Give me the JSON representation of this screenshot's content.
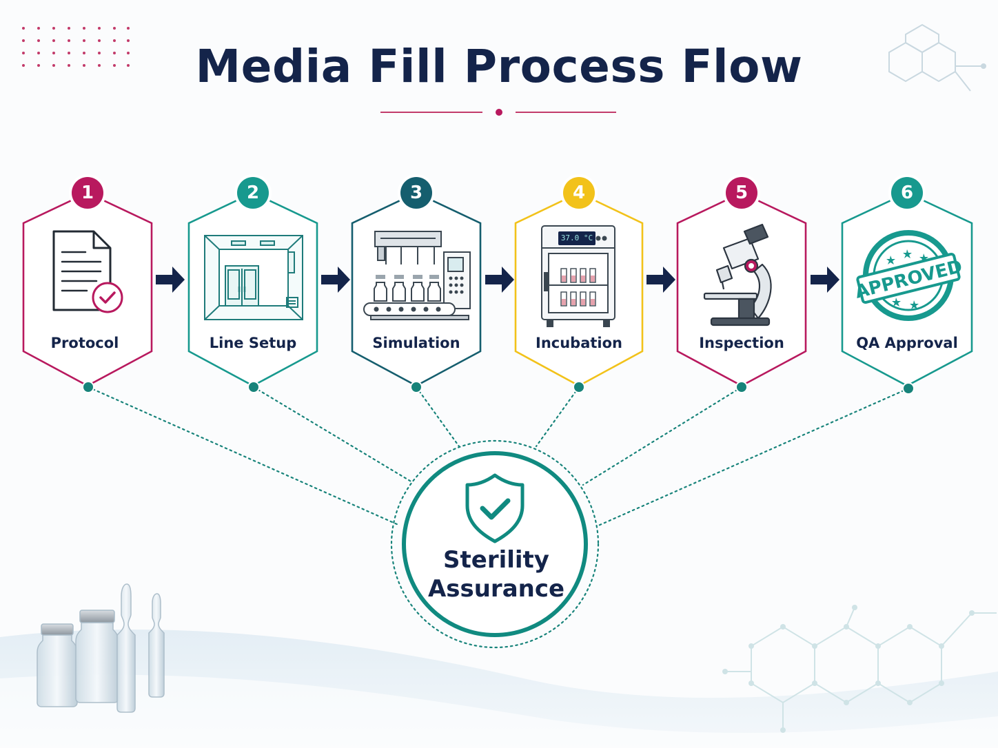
{
  "title": "Media Fill Process Flow",
  "steps": [
    {
      "number": "1",
      "label": "Protocol",
      "color": "#b8195e",
      "icon": "document-check-icon"
    },
    {
      "number": "2",
      "label": "Line Setup",
      "color": "#17998e",
      "icon": "cleanroom-icon"
    },
    {
      "number": "3",
      "label": "Simulation",
      "color": "#155e6e",
      "icon": "filling-machine-icon"
    },
    {
      "number": "4",
      "label": "Incubation",
      "color": "#f2c21a",
      "icon": "incubator-icon"
    },
    {
      "number": "5",
      "label": "Inspection",
      "color": "#b8195e",
      "icon": "microscope-icon"
    },
    {
      "number": "6",
      "label": "QA Approval",
      "color": "#17998e",
      "icon": "approved-stamp-icon"
    }
  ],
  "incubator_display": "37.0 °C",
  "stamp_text": "APPROVED",
  "hub": {
    "line1": "Sterility",
    "line2": "Assurance",
    "color": "#108a80",
    "icon": "shield-check-icon"
  },
  "colors": {
    "navy": "#14244a",
    "magenta": "#b8195e",
    "teal": "#17998e"
  }
}
